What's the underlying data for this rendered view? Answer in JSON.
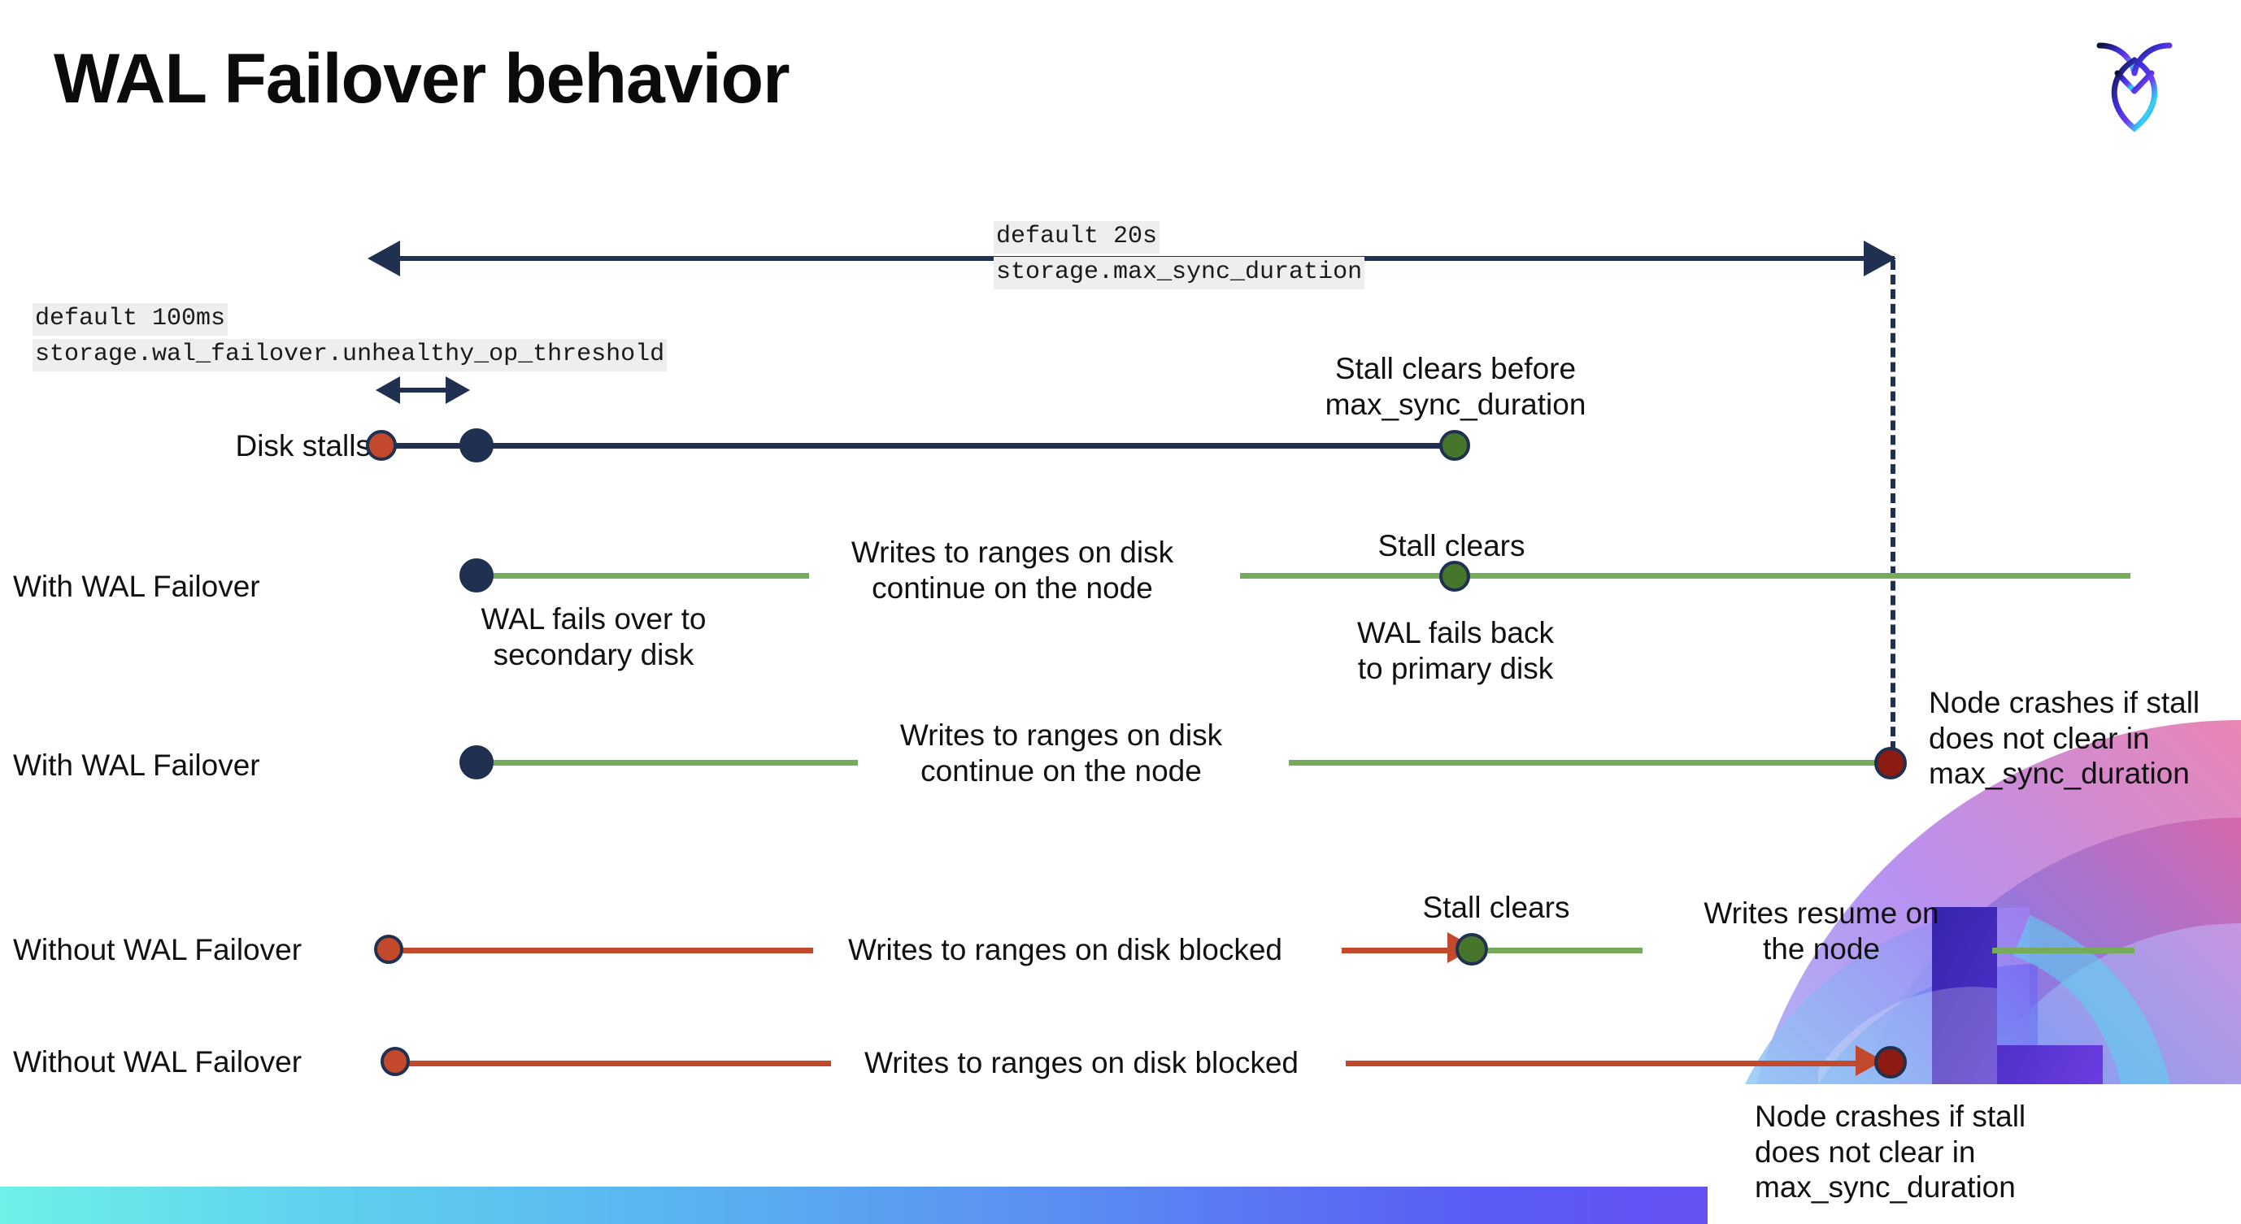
{
  "slide": {
    "title": "WAL Failover behavior",
    "logo_icon": "cockroach-labs-logo-icon",
    "bottom_bar_colors": [
      "#6ff0e8",
      "#5a5cf5",
      "#7b3ff0"
    ]
  },
  "colors": {
    "navy": "#1f3050",
    "green_line": "#76ab5b",
    "orange_line": "#c2492c",
    "dot_red": "#c2492c",
    "dot_green": "#46762c",
    "dot_dark_red": "#8e1b12",
    "code_bg": "#eeeeee",
    "text": "#111111"
  },
  "settings": {
    "max_sync": {
      "default": "default 20s",
      "name": "storage.max_sync_duration"
    },
    "unhealthy_op": {
      "default": "default 100ms",
      "name": "storage.wal_failover.unhealthy_op_threshold"
    }
  },
  "rows": [
    {
      "id": "disk-stalls",
      "label": "Disk stalls",
      "annotations": [
        "Stall clears before\nmax_sync_duration"
      ]
    },
    {
      "id": "with-wal-failover-clears",
      "label": "With WAL Failover",
      "annotations": [
        "WAL fails over to\nsecondary disk",
        "Writes to ranges on disk\ncontinue on the node",
        "Stall clears",
        "WAL fails  back\nto primary disk"
      ]
    },
    {
      "id": "with-wal-failover-crash",
      "label": "With WAL Failover",
      "annotations": [
        "Writes to ranges on disk\ncontinue on the node",
        "Node crashes if stall\ndoes not clear in\nmax_sync_duration"
      ]
    },
    {
      "id": "without-wal-failover-clears",
      "label": "Without WAL Failover",
      "annotations": [
        "Writes to ranges on disk  blocked",
        "Stall clears",
        "Writes resume on\nthe node"
      ]
    },
    {
      "id": "without-wal-failover-crash",
      "label": "Without WAL Failover",
      "annotations": [
        "Writes to ranges on disk  blocked",
        "Node crashes if stall\ndoes not clear in\nmax_sync_duration"
      ]
    }
  ],
  "labels": {
    "disk_stalls": "Disk stalls",
    "with_wal_1": "With WAL Failover",
    "with_wal_2": "With WAL Failover",
    "without_wal_1": "Without WAL Failover",
    "without_wal_2": "Without WAL Failover",
    "stall_clears_before": "Stall clears before\nmax_sync_duration",
    "wal_fails_over": "WAL fails over to\nsecondary disk",
    "writes_continue_1": "Writes to ranges on disk\ncontinue on the node",
    "writes_continue_2": "Writes to ranges on disk\ncontinue on the node",
    "stall_clears_1": "Stall clears",
    "wal_fails_back": "WAL fails  back\nto primary disk",
    "node_crashes_1": "Node crashes if stall\ndoes not clear in\nmax_sync_duration",
    "writes_blocked_1": "Writes to ranges on disk  blocked",
    "stall_clears_2": "Stall clears",
    "writes_resume": "Writes resume on\nthe node",
    "writes_blocked_2": "Writes to ranges on disk  blocked",
    "node_crashes_2": "Node crashes if stall\ndoes not clear in\nmax_sync_duration"
  }
}
